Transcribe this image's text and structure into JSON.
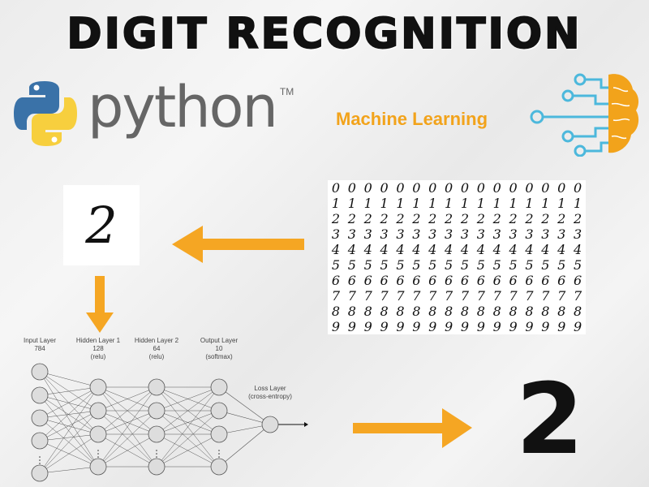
{
  "title": "DIGIT RECOGNITION",
  "python": {
    "wordmark": "python",
    "trademark": "TM"
  },
  "machine_learning_label": "Machine Learning",
  "input_digit": "2",
  "predicted_digit": "2",
  "mnist_grid": {
    "digits": [
      "0",
      "1",
      "2",
      "3",
      "4",
      "5",
      "6",
      "7",
      "8",
      "9"
    ],
    "columns": 16
  },
  "network": {
    "layers": [
      {
        "name": "Input Layer",
        "size": "784",
        "activation": ""
      },
      {
        "name": "Hidden Layer 1",
        "size": "128",
        "activation": "(relu)"
      },
      {
        "name": "Hidden Layer 2",
        "size": "64",
        "activation": "(relu)"
      },
      {
        "name": "Output Layer",
        "size": "10",
        "activation": "(softmax)"
      }
    ],
    "loss": {
      "name": "Loss Layer",
      "type": "(cross-entropy)"
    }
  },
  "colors": {
    "arrow": "#f5a623",
    "brain": "#f2a31b",
    "circuit": "#4cb8dc",
    "python_blue": "#3a72a8",
    "python_yellow": "#f7cf3e"
  }
}
